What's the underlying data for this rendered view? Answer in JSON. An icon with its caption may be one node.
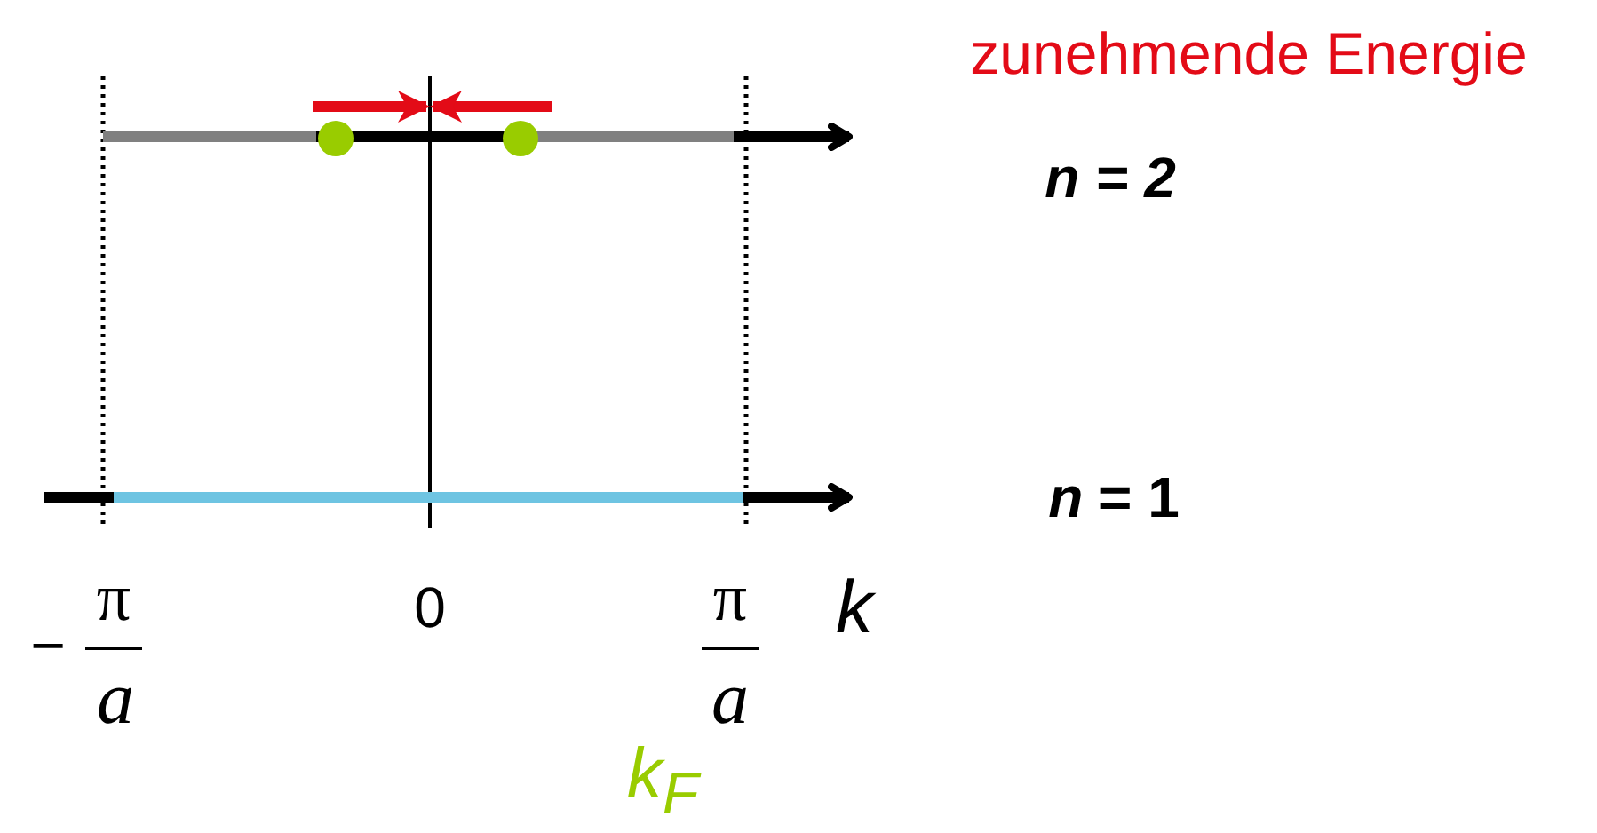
{
  "diagram": {
    "labels": [
      "zunehmende Energie",
      "*n* = 2",
      "*n* = 1",
      "−",
      "π",
      "a",
      "0",
      "π",
      "a",
      "k",
      "k$_{F}$"
    ]
  }
}
